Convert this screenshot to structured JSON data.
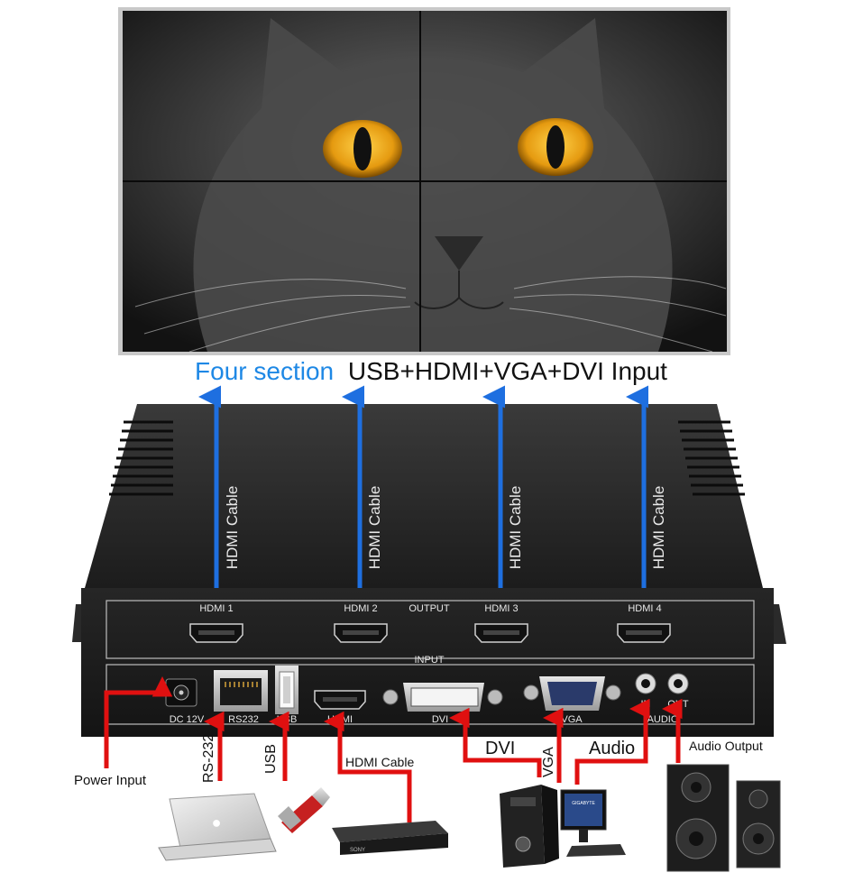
{
  "headline": {
    "highlight": "Four section",
    "rest": "USB+HDMI+VGA+DVI Input",
    "highlight_color": "#1e88e5",
    "text_color": "#111111"
  },
  "cables": {
    "hdmi_cable_vertical": [
      "HDMI Cable",
      "HDMI Cable",
      "HDMI Cable",
      "HDMI Cable"
    ]
  },
  "panel": {
    "output_ports": [
      "HDMI 1",
      "HDMI 2",
      "HDMI 3",
      "HDMI 4"
    ],
    "output_label": "OUTPUT",
    "input_label": "INPUT",
    "input_ports": {
      "dc": "DC 12V",
      "rs232": "RS232",
      "usb": "USB",
      "hdmi": "HDMI",
      "dvi": "DVI",
      "vga": "VGA",
      "audio": "AUDIO",
      "audio_in": "IN",
      "audio_out": "OUT"
    }
  },
  "connections": {
    "power": "Power Input",
    "rs232": "RS-232",
    "usb": "USB",
    "hdmi": "HDMI Cable",
    "dvi": "DVI",
    "vga": "VGA",
    "audio": "Audio",
    "audio_output": "Audio Output"
  },
  "devices": {
    "laptop_logo": "apple-logo-icon",
    "player_brand": "SONY",
    "monitor_brand": "GIGABYTE"
  },
  "colors": {
    "arrow_blue": "#1e6fe0",
    "arrow_red": "#e01010",
    "device_body": "#2b2b2b",
    "panel_text": "#e8e8e8"
  }
}
